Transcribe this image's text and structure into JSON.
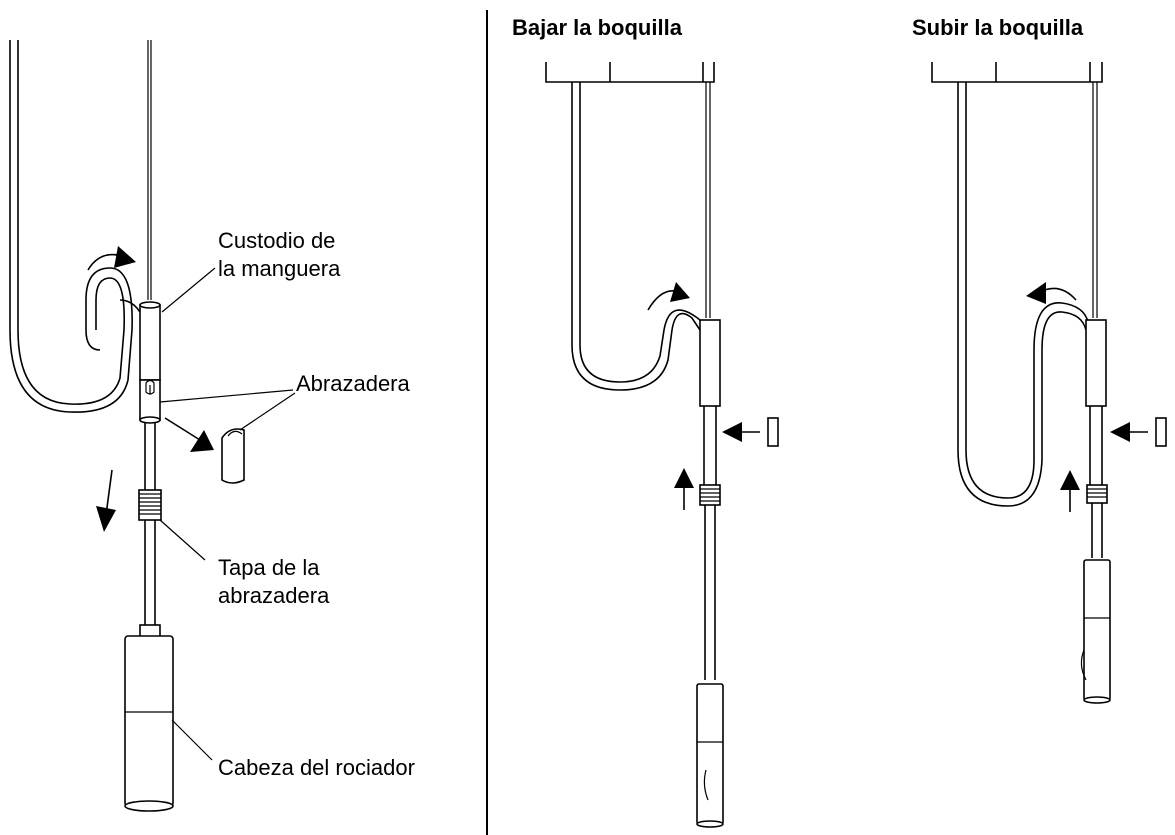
{
  "labels": {
    "hose_guard_line1": "Custodio de",
    "hose_guard_line2": "la manguera",
    "clamp": "Abrazadera",
    "clamp_cap_line1": "Tapa de la",
    "clamp_cap_line2": "abrazadera",
    "sprinkler_head": "Cabeza del rociador"
  },
  "panels": {
    "lower_title": "Bajar la boquilla",
    "raise_title": "Subir la boquilla"
  },
  "colors": {
    "line": "#000000",
    "background": "#ffffff"
  }
}
